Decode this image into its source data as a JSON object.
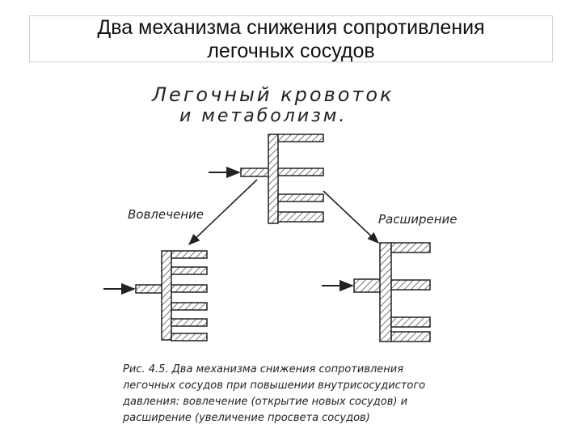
{
  "slide": {
    "title_line1": "Два механизма снижения сопротивления",
    "title_line2": "легочных сосудов"
  },
  "figure": {
    "heading_line1": "Легочный кровоток",
    "heading_line2": "и метаболизм.",
    "label_left": "Вовлечение",
    "label_right": "Расширение",
    "caption_line1": "Рис. 4.5. Два механизма снижения сопротивления",
    "caption_line2": "легочных сосудов при повышении внутрисосудистого",
    "caption_line3": "давления: вовлечение (открытие новых сосудов) и",
    "caption_line4": "расширение (увеличение просвета сосудов)"
  },
  "colors": {
    "ink": "#222222",
    "hatch": "#555555",
    "frame": "#c9d4dc"
  }
}
